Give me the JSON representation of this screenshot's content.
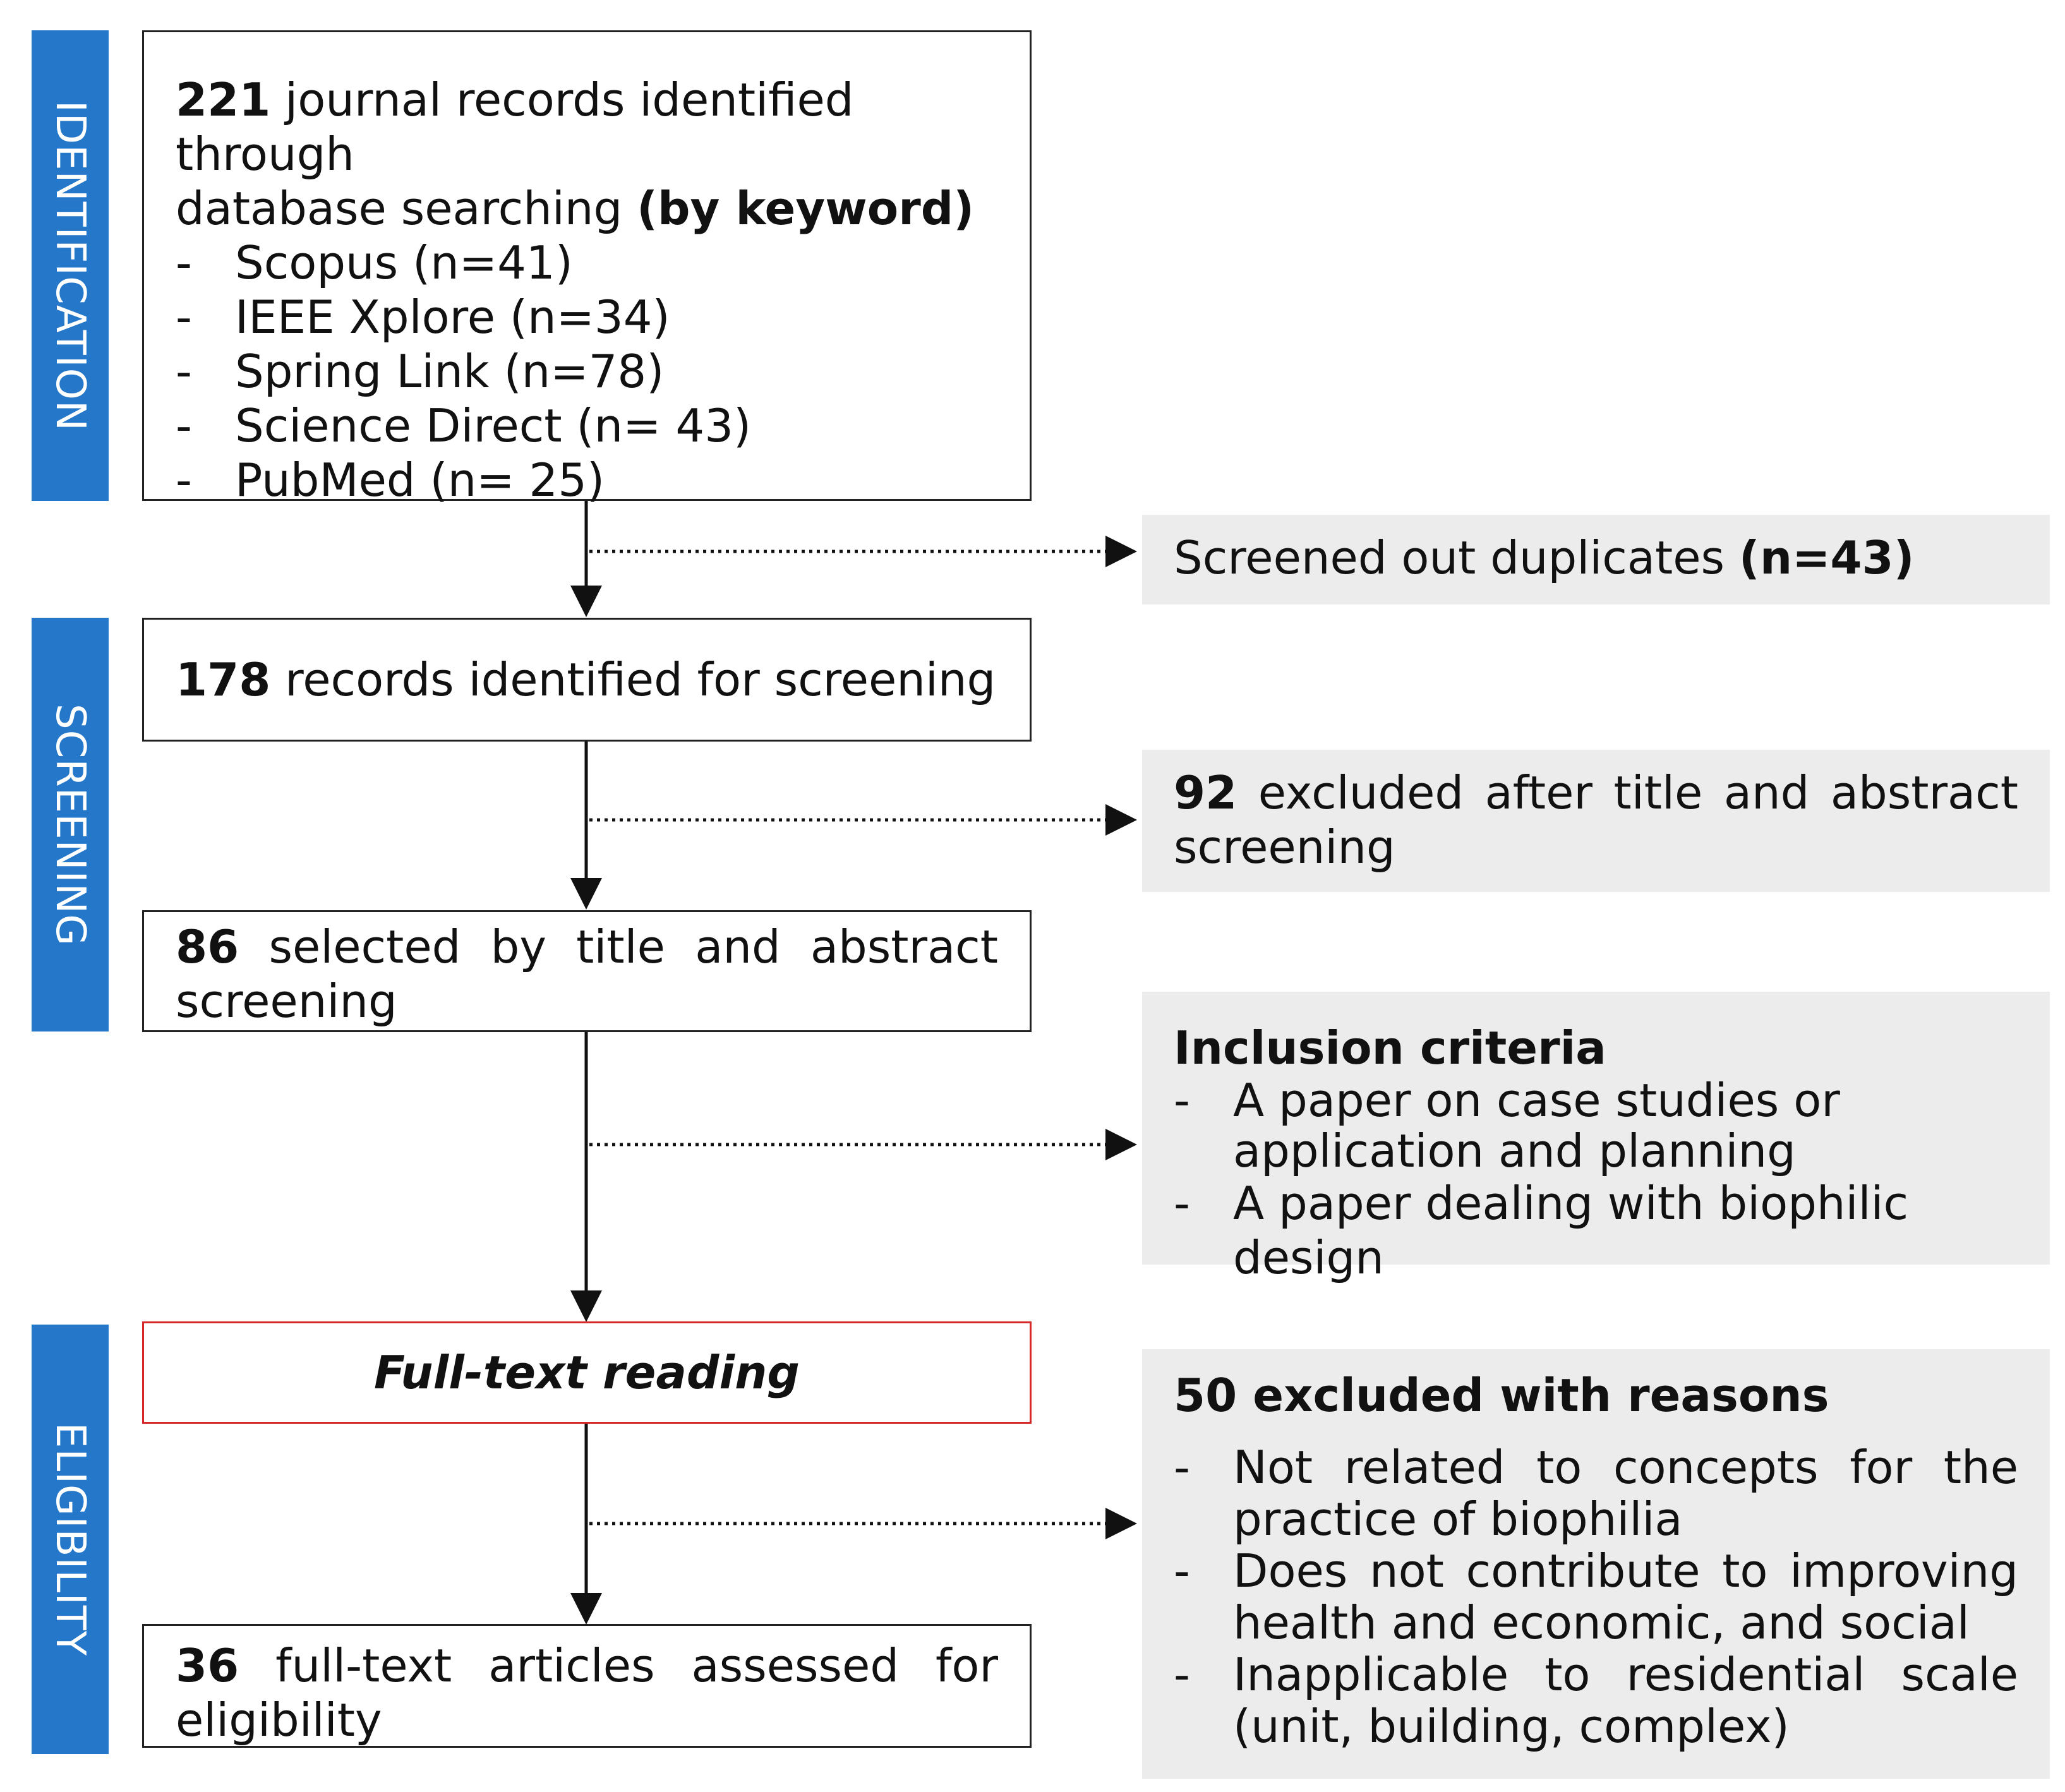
{
  "phases": {
    "identification": "IDENTIFICATION",
    "screening": "SCREENING",
    "eligibility": "ELIGIBILITY"
  },
  "box1": {
    "count": "221",
    "line1_rest": " journal records identified through",
    "line2_text": "database searching ",
    "line2_bold": "(by keyword)",
    "bullet_marker": "-",
    "sources": [
      "Scopus (n=41)",
      "IEEE Xplore (n=34)",
      "Spring Link (n=78)",
      "Science Direct (n= 43)",
      "PubMed (n= 25)"
    ]
  },
  "duplicates": {
    "text": "Screened out duplicates ",
    "bold": "(n=43)"
  },
  "box2": {
    "count": "178",
    "text": " records identified for screening"
  },
  "excluded_title": {
    "count": "92",
    "text": " excluded after title and abstract screening"
  },
  "box3": {
    "count": "86",
    "text": " selected by title and abstract screening"
  },
  "inclusion": {
    "title": "Inclusion criteria",
    "items": [
      "A paper on case studies or application and planning",
      "A paper dealing with biophilic design"
    ]
  },
  "full_text": "Full-text reading",
  "excluded_reasons": {
    "title": "50 excluded with reasons",
    "items": [
      "Not related to concepts for the practice of biophilia",
      "Does not contribute to improving health and economic, and social",
      "Inapplicable to residential scale (unit, building, complex)"
    ]
  },
  "box5": {
    "count": "36",
    "text": " full-text articles assessed for eligibility"
  }
}
